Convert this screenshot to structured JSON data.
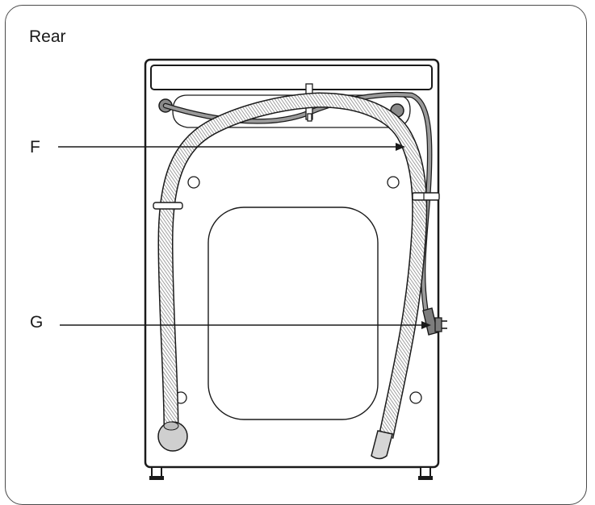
{
  "title": "Rear",
  "callouts": [
    {
      "letter": "F",
      "part": "drain-hose"
    },
    {
      "letter": "G",
      "part": "power-plug"
    }
  ],
  "colors": {
    "outline": "#1a1a1a",
    "hose_fill": "#ffffff",
    "hose_rib": "#8a8a8a",
    "cable": "#9a9a9a",
    "plug": "#7d7d7d",
    "drain_cap": "#cfcfcf"
  }
}
